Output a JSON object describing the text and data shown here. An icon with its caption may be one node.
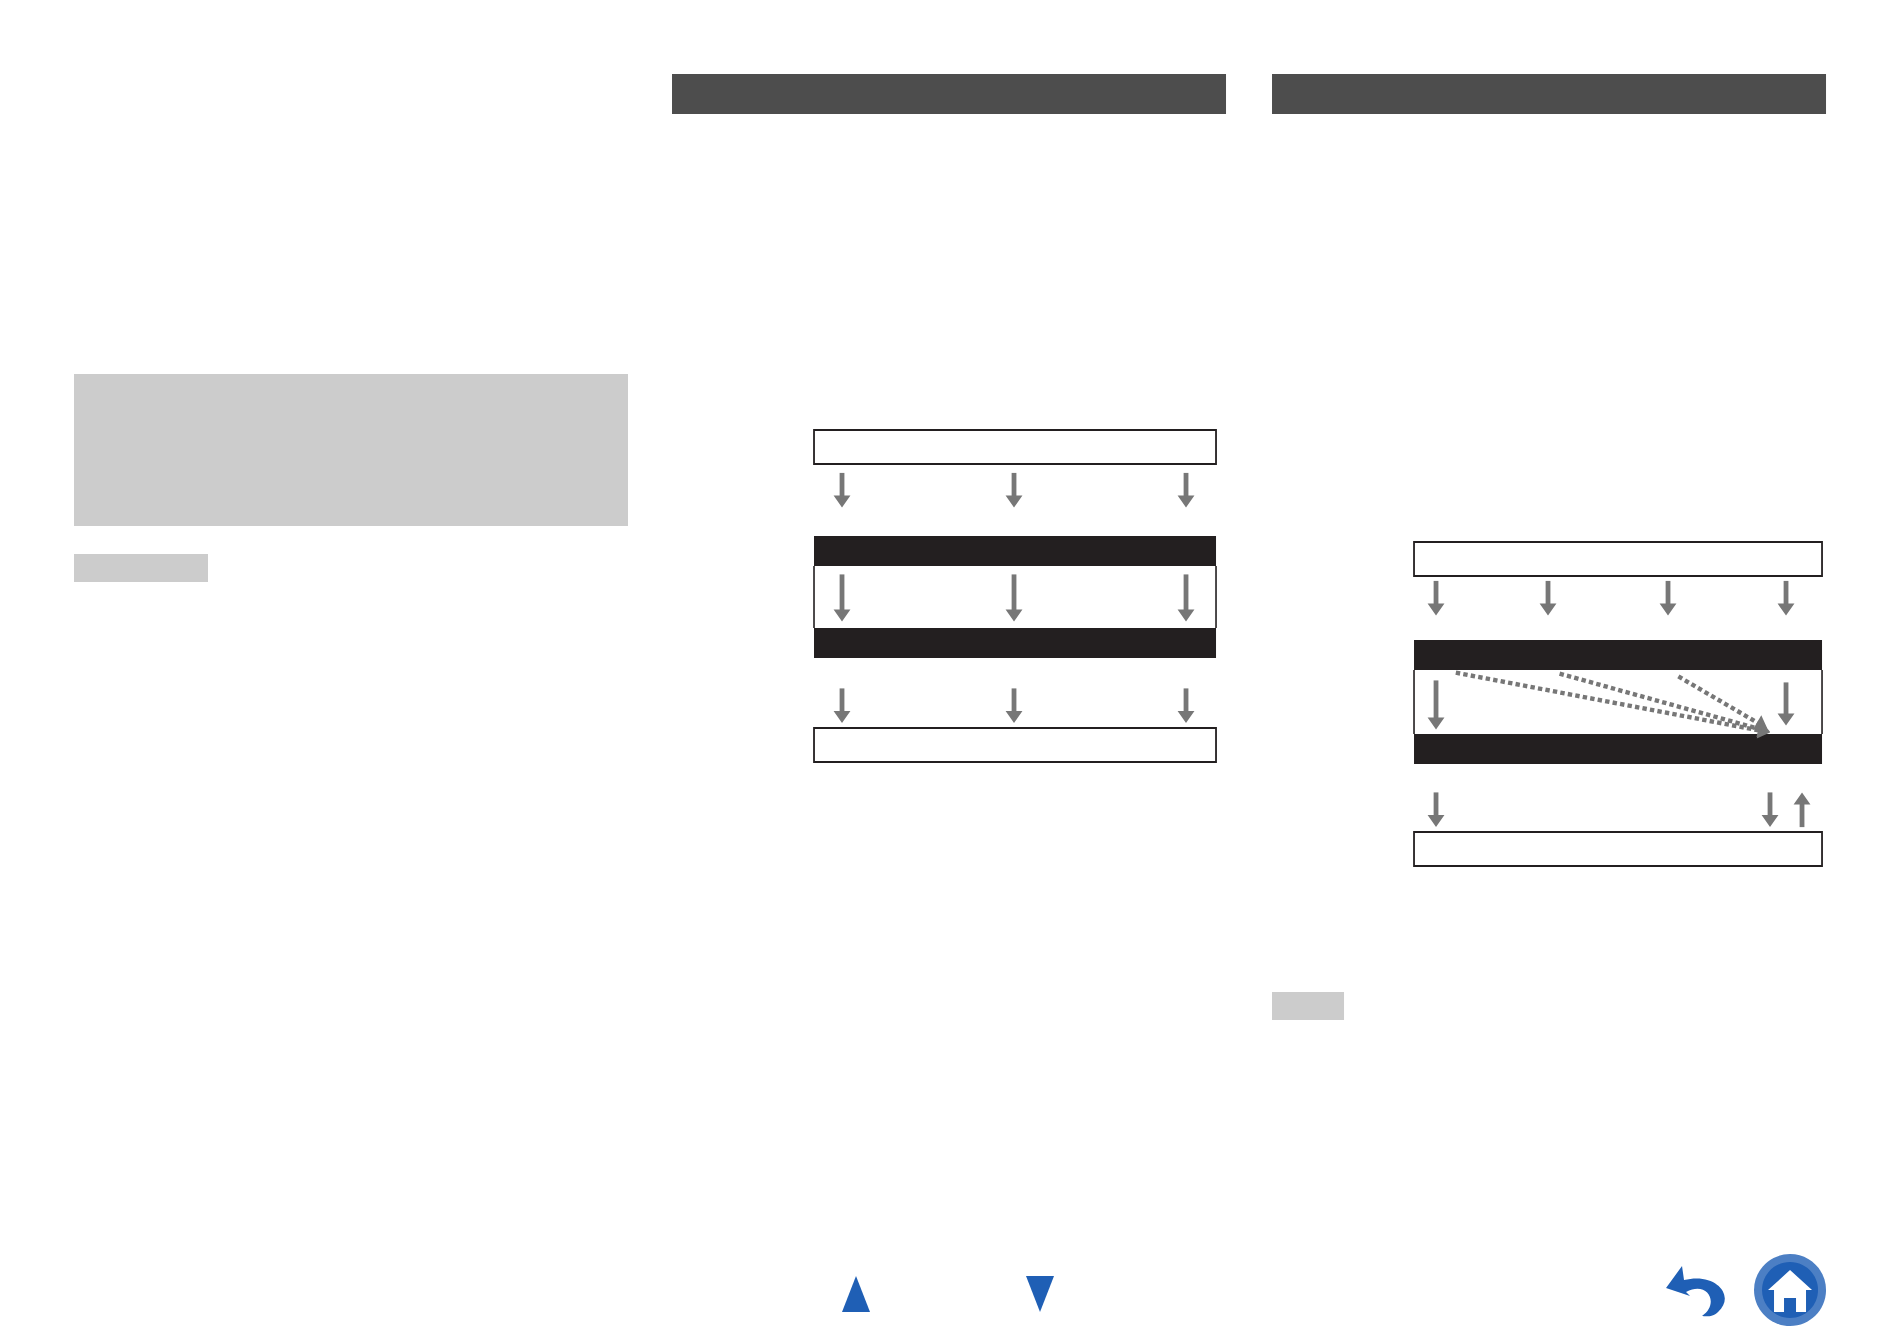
{
  "diagram": {
    "nodes": [
      {
        "text": [],
        "shape": "box"
      },
      {
        "text": [],
        "shape": "bar"
      },
      {
        "text": [],
        "shape": "bar"
      },
      {
        "text": [],
        "shape": "box"
      },
      {
        "text": [],
        "shape": "box"
      },
      {
        "text": [],
        "shape": "bar"
      },
      {
        "text": [],
        "shape": "bar"
      },
      {
        "text": [],
        "shape": "box"
      }
    ],
    "edges": [
      {
        "from": 0,
        "to": 1,
        "arrow": "to"
      },
      {
        "from": 0,
        "to": 1,
        "arrow": "to"
      },
      {
        "from": 0,
        "to": 1,
        "arrow": "to"
      },
      {
        "from": 1,
        "to": 2,
        "arrow": "to"
      },
      {
        "from": 1,
        "to": 2,
        "arrow": "to"
      },
      {
        "from": 1,
        "to": 2,
        "arrow": "to"
      },
      {
        "from": 2,
        "to": 3,
        "arrow": "to"
      },
      {
        "from": 2,
        "to": 3,
        "arrow": "to"
      },
      {
        "from": 2,
        "to": 3,
        "arrow": "to"
      },
      {
        "from": 4,
        "to": 5,
        "arrow": "to"
      },
      {
        "from": 4,
        "to": 5,
        "arrow": "to"
      },
      {
        "from": 4,
        "to": 5,
        "arrow": "to"
      },
      {
        "from": 4,
        "to": 5,
        "arrow": "to"
      },
      {
        "from": 5,
        "to": 6,
        "arrow": "to"
      },
      {
        "from": 5,
        "to": 6,
        "arrow": "to"
      },
      {
        "from": 5,
        "to": 6,
        "arrow": "to",
        "style": "dashed"
      },
      {
        "from": 5,
        "to": 6,
        "arrow": "to",
        "style": "dashed"
      },
      {
        "from": 5,
        "to": 6,
        "arrow": "to",
        "style": "dashed"
      },
      {
        "from": 6,
        "to": 7,
        "arrow": "to"
      },
      {
        "from": 6,
        "to": 7,
        "arrow": "to"
      },
      {
        "from": 7,
        "to": 6,
        "arrow": "to"
      }
    ]
  }
}
